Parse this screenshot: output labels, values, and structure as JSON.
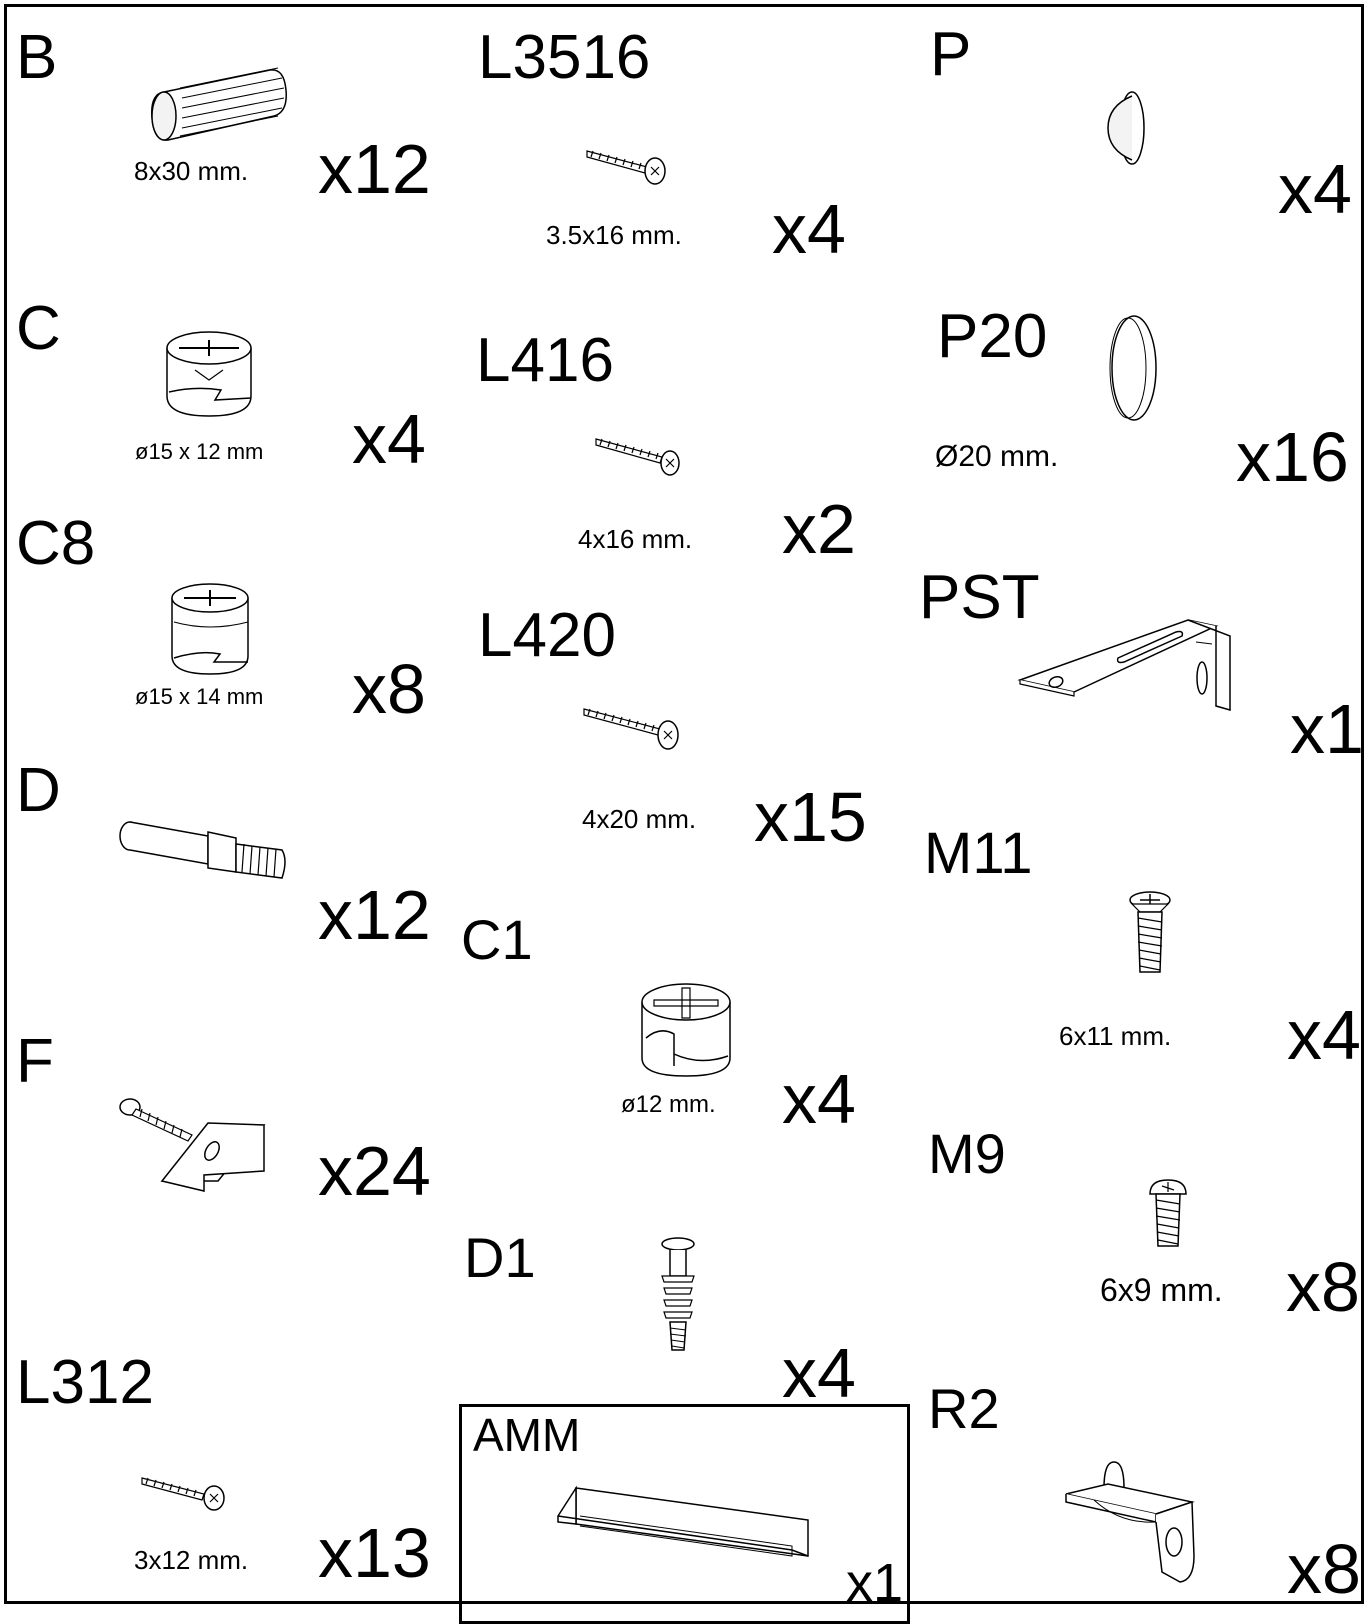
{
  "parts": {
    "B": {
      "code": "B",
      "dimension": "8x30 mm.",
      "quantity": "x12",
      "icon": "wooden-dowel-icon"
    },
    "C": {
      "code": "C",
      "dimension": "ø15 x 12 mm",
      "quantity": "x4",
      "icon": "cam-lock-icon"
    },
    "C8": {
      "code": "C8",
      "dimension": "ø15 x 14 mm",
      "quantity": "x8",
      "icon": "cam-lock-icon"
    },
    "D": {
      "code": "D",
      "quantity": "x12",
      "icon": "cam-bolt-icon"
    },
    "F": {
      "code": "F",
      "quantity": "x24",
      "icon": "corner-bracket-screw-icon"
    },
    "L312": {
      "code": "L312",
      "dimension": "3x12 mm.",
      "quantity": "x13",
      "icon": "screw-icon"
    },
    "L3516": {
      "code": "L3516",
      "dimension": "3.5x16 mm.",
      "quantity": "x4",
      "icon": "screw-icon"
    },
    "L416": {
      "code": "L416",
      "dimension": "4x16 mm.",
      "quantity": "x2",
      "icon": "screw-icon"
    },
    "L420": {
      "code": "L420",
      "dimension": "4x20 mm.",
      "quantity": "x15",
      "icon": "screw-icon"
    },
    "C1": {
      "code": "C1",
      "dimension": "ø12 mm.",
      "quantity": "x4",
      "icon": "cam-lock-icon"
    },
    "D1": {
      "code": "D1",
      "quantity": "x4",
      "icon": "cam-bolt-icon"
    },
    "AMM": {
      "code": "AMM",
      "quantity": "x1",
      "icon": "handle-bar-icon"
    },
    "P": {
      "code": "P",
      "quantity": "x4",
      "icon": "bumper-pad-icon"
    },
    "P20": {
      "code": "P20",
      "dimension": "Ø20 mm.",
      "quantity": "x16",
      "icon": "felt-pad-icon"
    },
    "PST": {
      "code": "PST",
      "quantity": "x1",
      "icon": "angle-bracket-icon"
    },
    "M11": {
      "code": "M11",
      "dimension": "6x11 mm.",
      "quantity": "x4",
      "icon": "machine-screw-icon"
    },
    "M9": {
      "code": "M9",
      "dimension": "6x9 mm.",
      "quantity": "x8",
      "icon": "machine-screw-icon"
    },
    "R2": {
      "code": "R2",
      "quantity": "x8",
      "icon": "shelf-support-icon"
    }
  }
}
